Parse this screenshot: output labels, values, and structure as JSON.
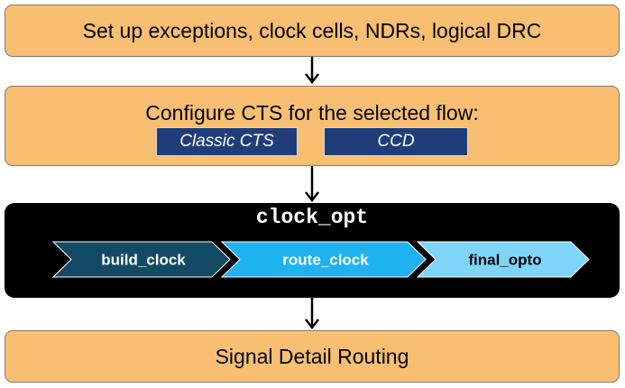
{
  "steps": {
    "setup": {
      "label": "Set up exceptions, clock cells, NDRs, logical DRC"
    },
    "configure": {
      "label": "Configure CTS for the selected flow:",
      "options": [
        "Classic CTS",
        "CCD"
      ]
    },
    "clock_opt": {
      "title": "clock_opt",
      "stages": [
        {
          "label": "build_clock",
          "fill": "#124a63",
          "text_color": "#ffffff"
        },
        {
          "label": "route_clock",
          "fill": "#1eb2f0",
          "text_color": "#ffffff"
        },
        {
          "label": "final_opto",
          "fill": "#7fd4fb",
          "text_color": "#000000"
        }
      ]
    },
    "routing": {
      "label": "Signal Detail Routing"
    }
  },
  "colors": {
    "step_fill": "#f8bf73",
    "option_fill": "#1f3d7a",
    "clock_opt_fill": "#000000",
    "arrow": "#000000"
  }
}
